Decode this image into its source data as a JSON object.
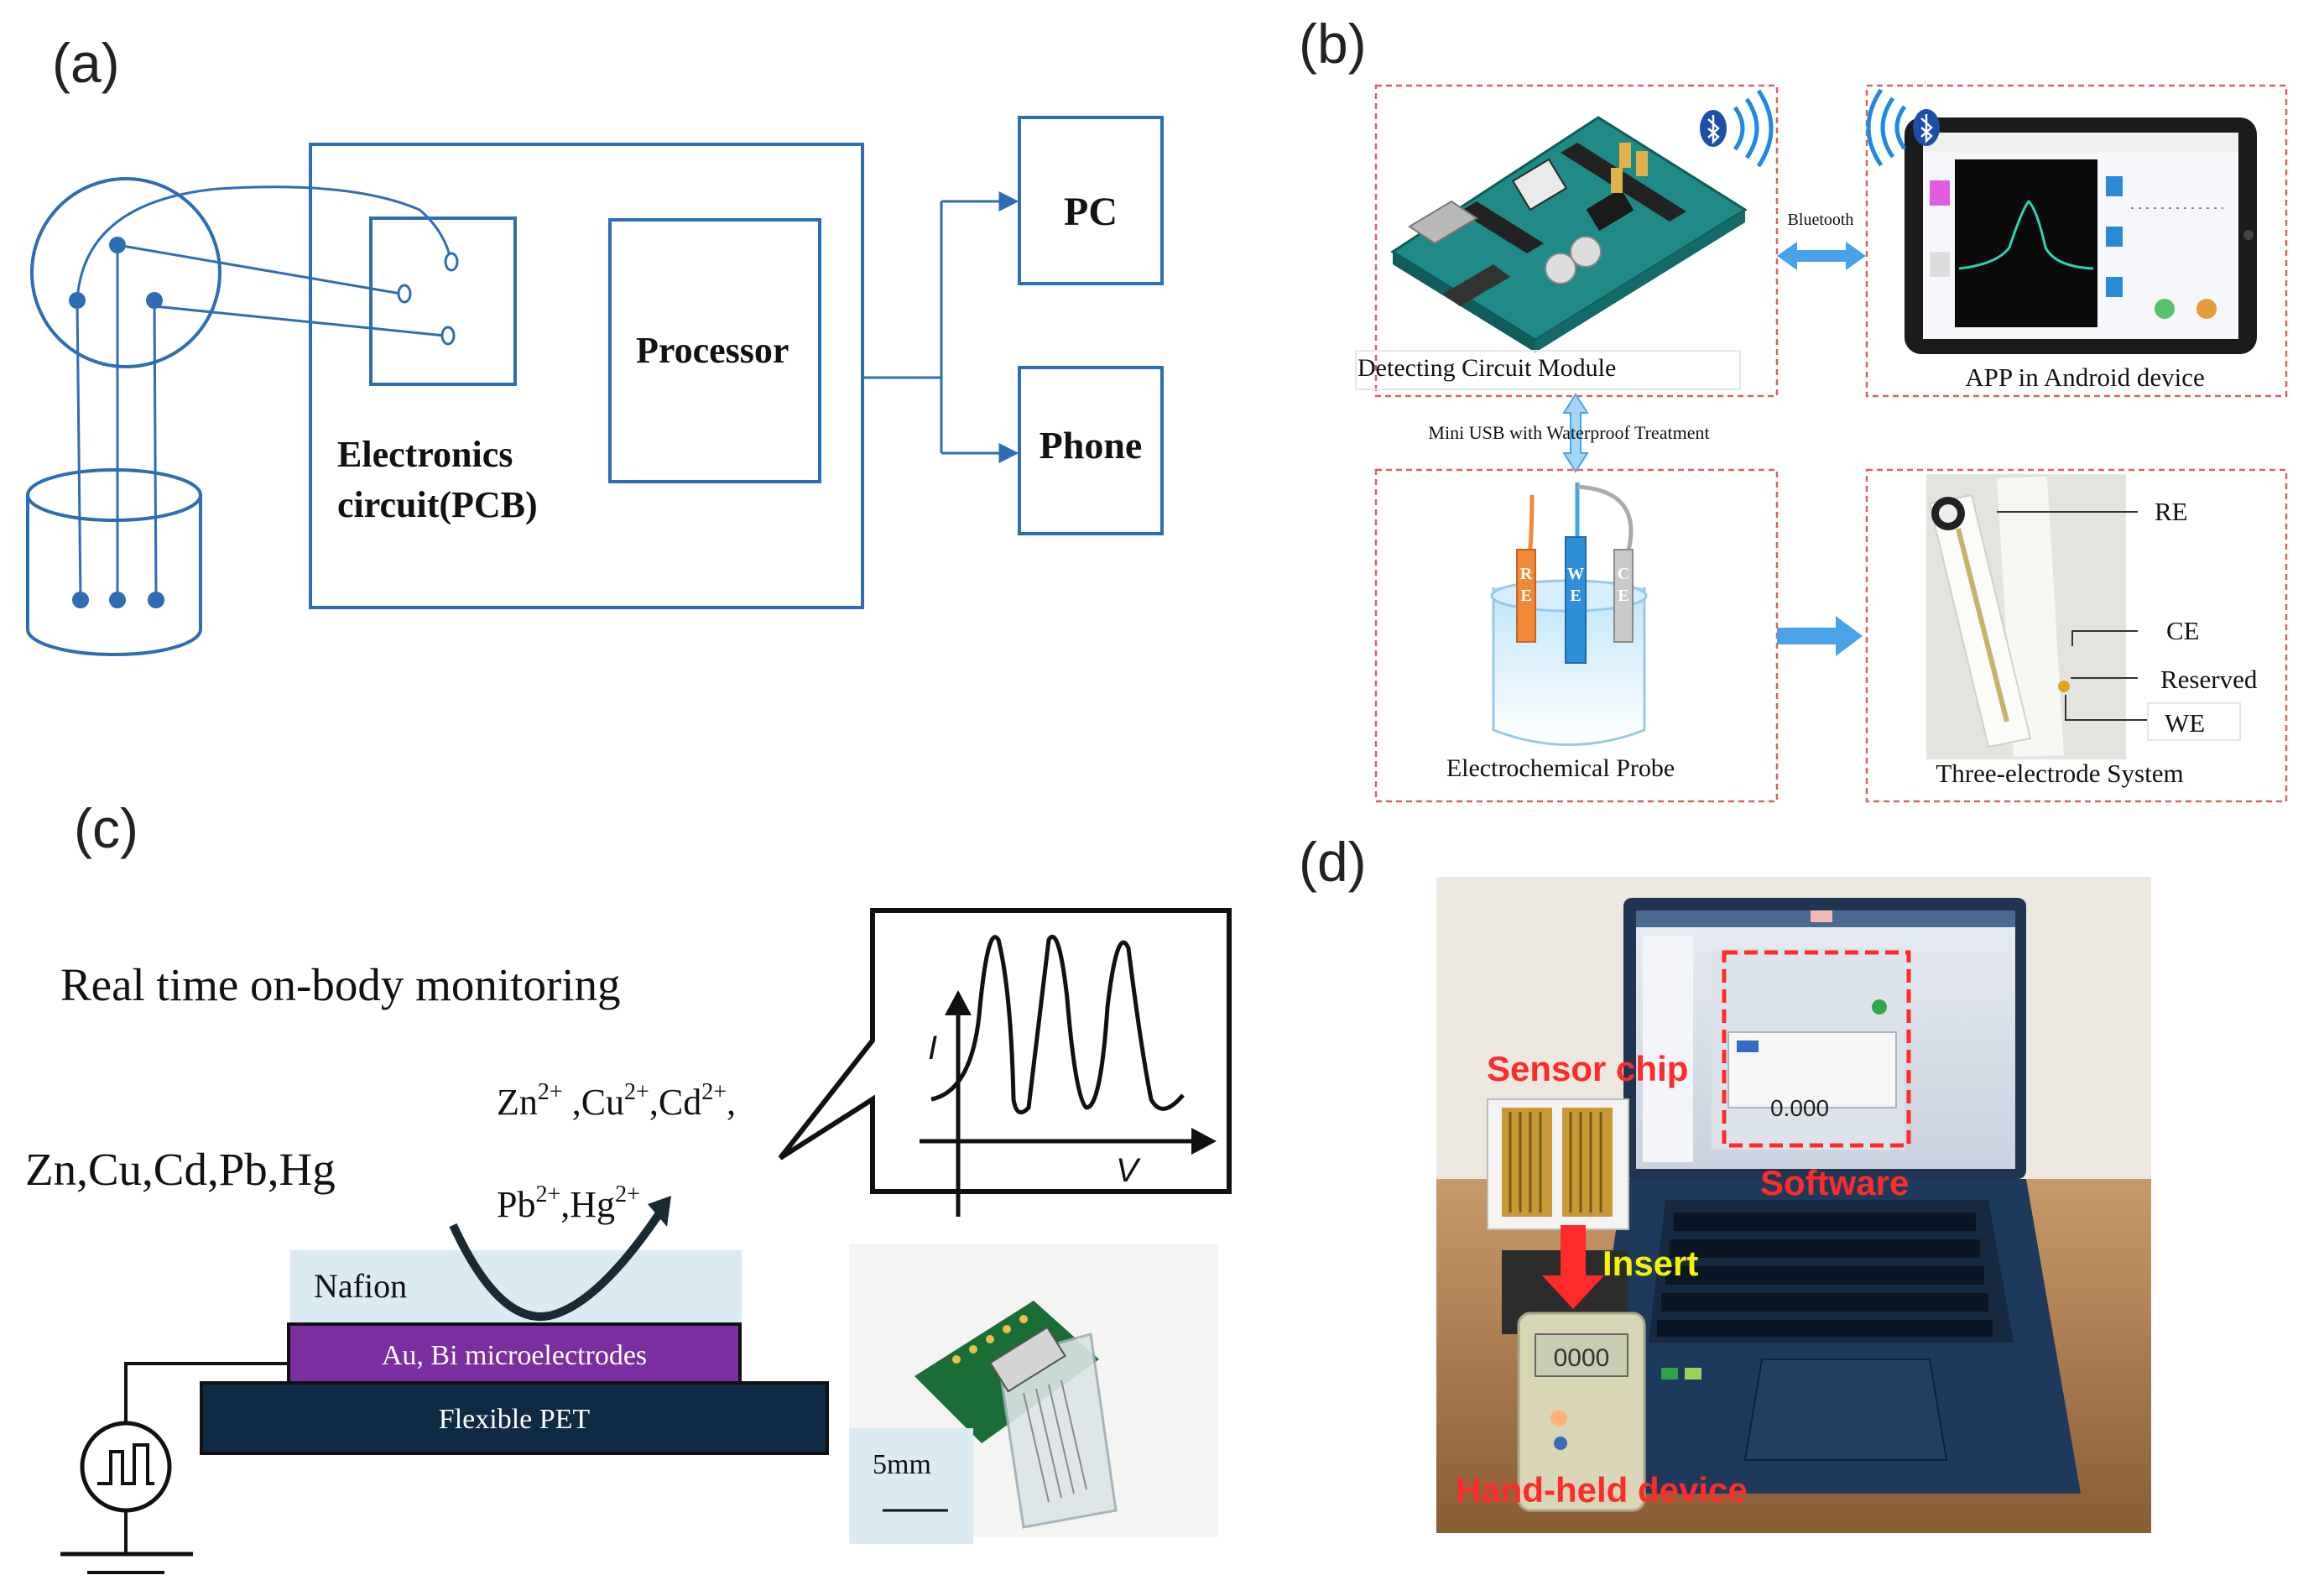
{
  "panels": {
    "a": {
      "tag": "(a)",
      "pcb_label_1": "Electronics",
      "pcb_label_2": "circuit(PCB)",
      "processor": "Processor",
      "pc": "PC",
      "phone": "Phone"
    },
    "b": {
      "tag": "(b)",
      "circuit_module": "Detecting Circuit Module",
      "app": "APP in Android device",
      "bluetooth": "Bluetooth",
      "usb": "Mini USB with Waterproof Treatment",
      "probe": "Electrochemical Probe",
      "three_electrode": "Three-electrode System",
      "re": "RE",
      "ce": "CE",
      "reserved": "Reserved",
      "we": "WE",
      "electrode_letters": [
        "R",
        "E",
        "W",
        "E",
        "C",
        "E"
      ]
    },
    "c": {
      "tag": "(c)",
      "title": "Real time on-body monitoring",
      "metals": "Zn,Cu,Cd,Pb,Hg",
      "ions_line1_parts": [
        "Zn",
        "2+",
        " ,Cu",
        "2+",
        ",Cd",
        "2+",
        ","
      ],
      "ions_line2_parts": [
        "Pb",
        "2+",
        ",Hg",
        "2+"
      ],
      "nafion": "Nafion",
      "microelectrodes": "Au,  Bi microelectrodes",
      "substrate": "Flexible PET",
      "scale": "5mm",
      "axis_i": "I",
      "axis_v": "V"
    },
    "d": {
      "tag": "(d)",
      "sensor_chip": "Sensor chip",
      "software": "Software",
      "insert": "Insert",
      "handheld": "Hand-held device",
      "screen_value": "0.000",
      "device_display": "0000"
    }
  },
  "colors": {
    "line_blue": "#2e6db4",
    "dash_red": "#e06060",
    "arrow_blue": "#4aa3e8",
    "purple": "#7a2ea0",
    "navy": "#0f2a44",
    "nafion": "#dceaf2",
    "annotation_red": "#ff2a2a",
    "annotation_yellow": "#f4f400"
  }
}
